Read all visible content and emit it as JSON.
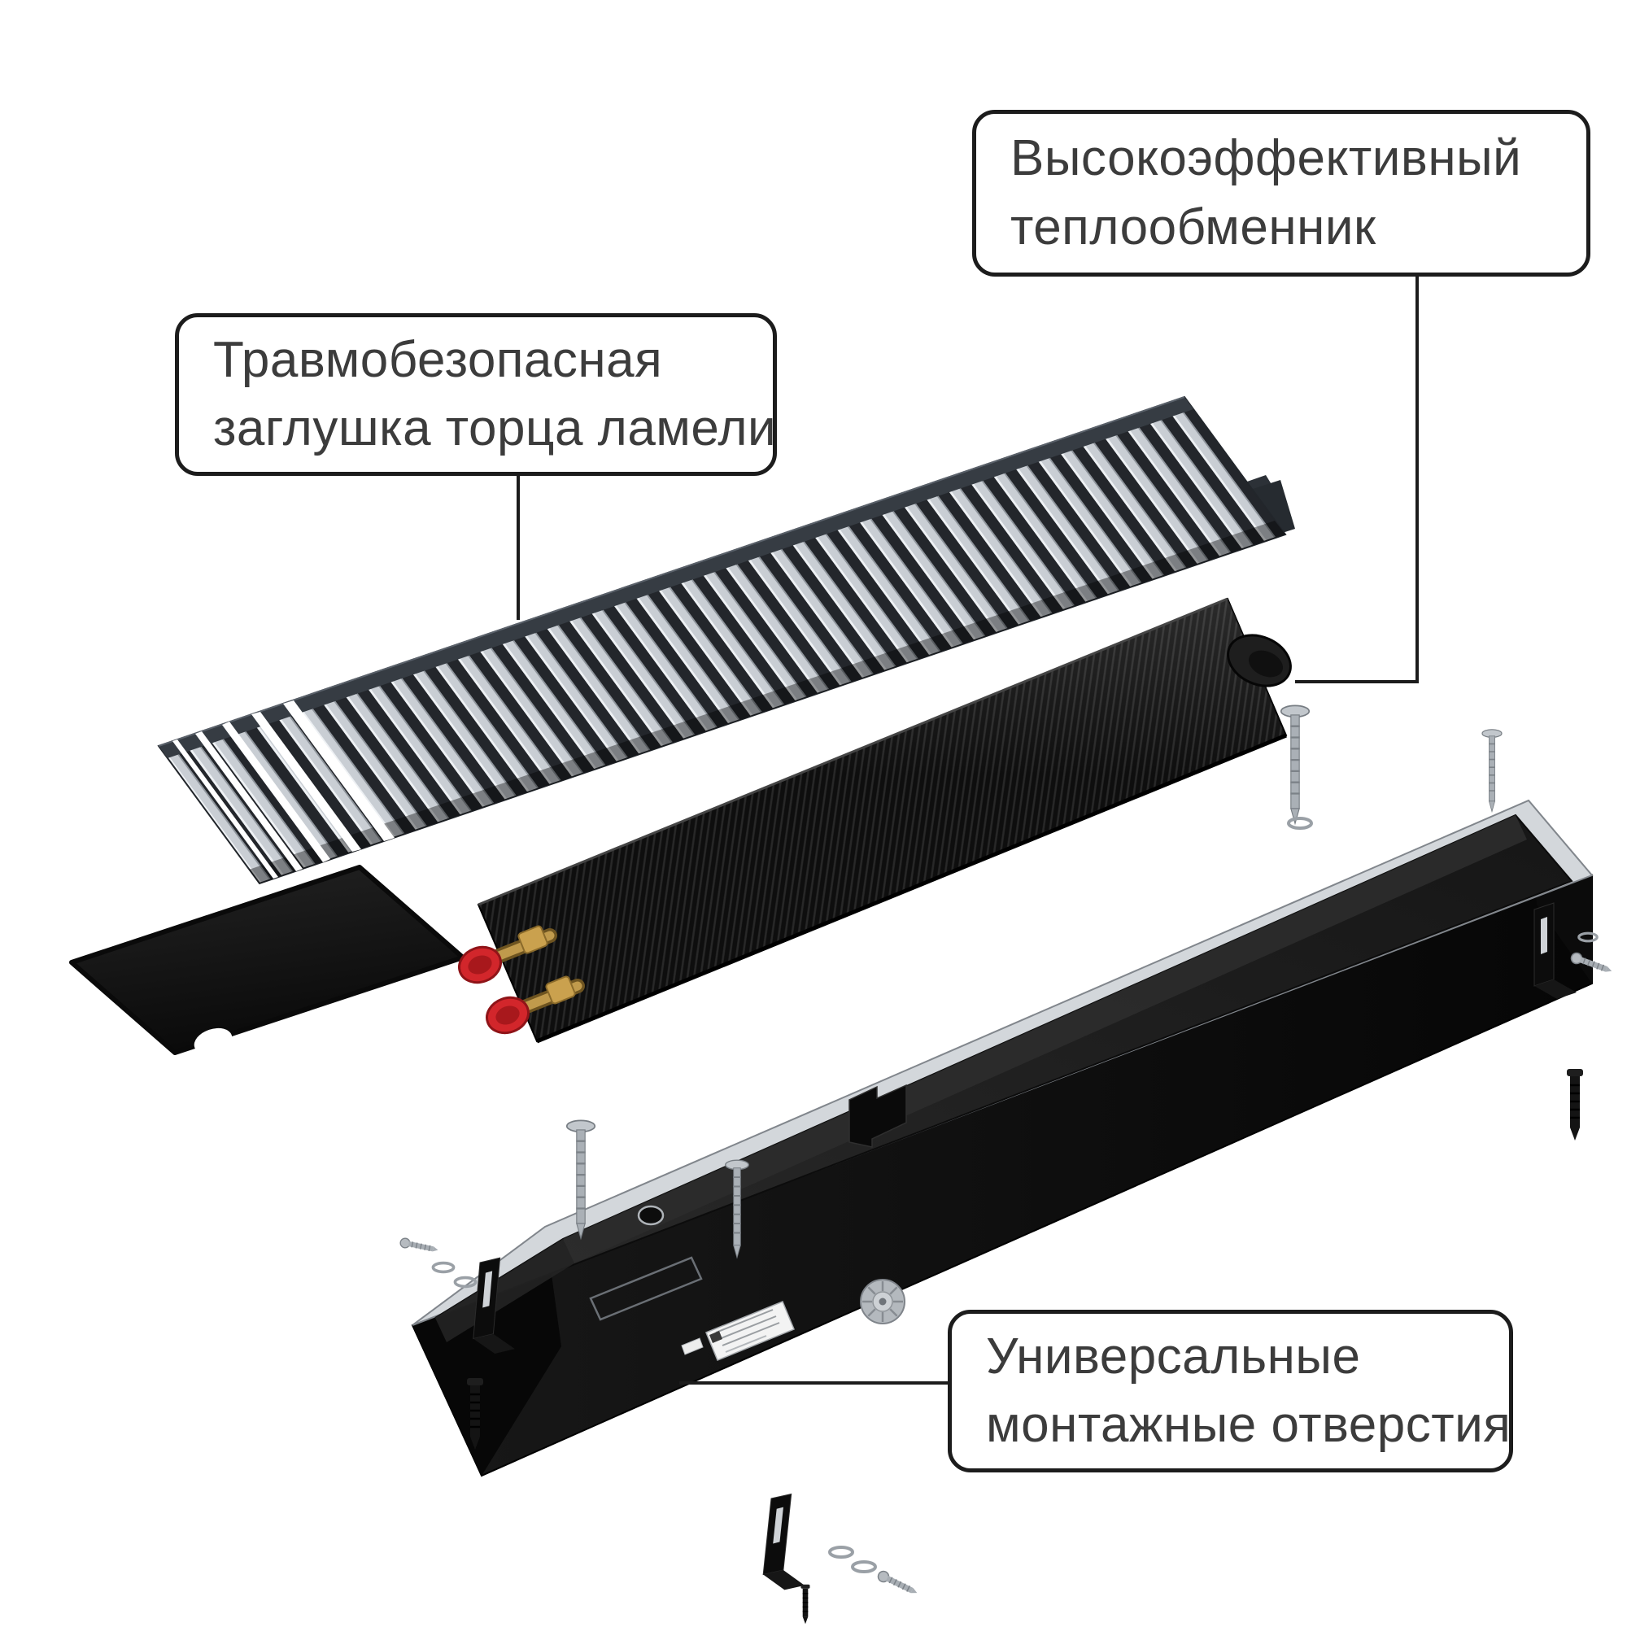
{
  "callouts": {
    "heat_exchanger": {
      "line1": "Высокоэффективный",
      "line2": "теплообменник"
    },
    "lamella_end_cap": {
      "line1": "Травмобезопасная",
      "line2": "заглушка торца ламели"
    },
    "mounting_holes": {
      "line1": "Универсальные",
      "line2": "монтажные отверстия"
    }
  },
  "colors": {
    "background": "#ffffff",
    "callout_border": "#1c1c1c",
    "callout_text": "#3c3c3c",
    "leader_line": "#1c1c1c",
    "grille_slat": "#c9ced4",
    "grille_gap": "#23262b",
    "metal_silver": "#d3d7db",
    "body_black": "#141414",
    "brass": "#c09a4c",
    "valve_cap_red": "#d2262b"
  }
}
